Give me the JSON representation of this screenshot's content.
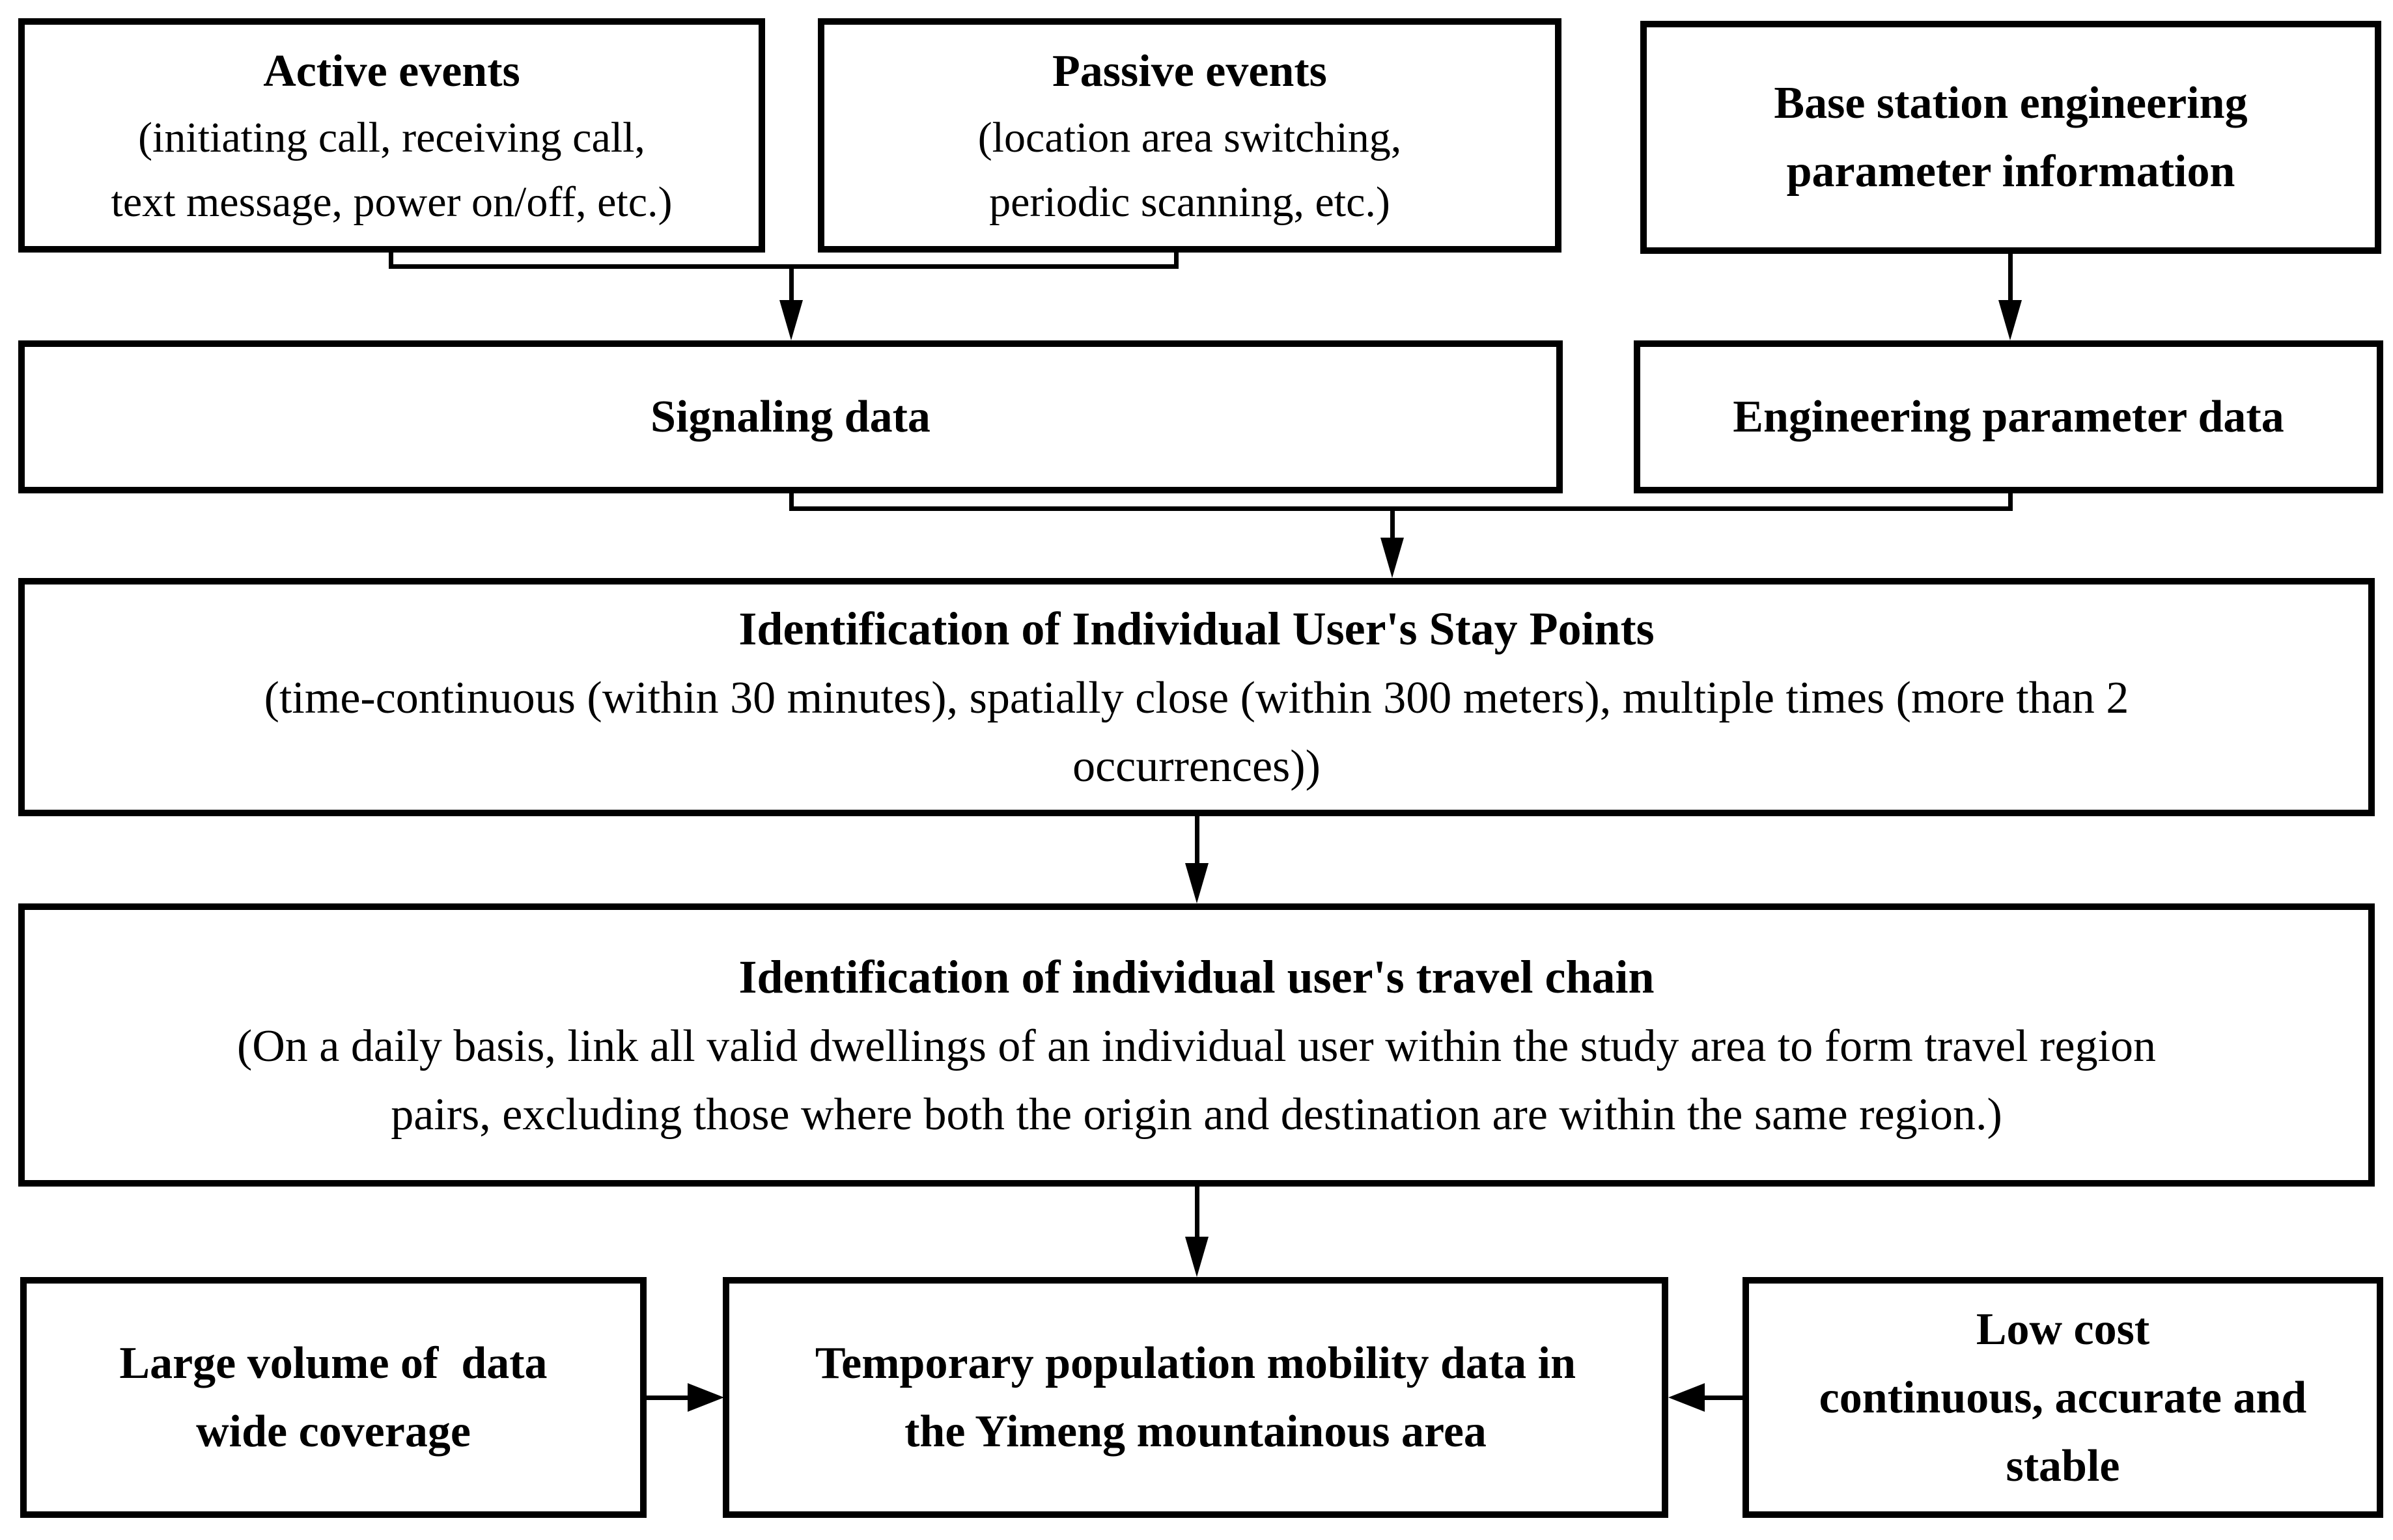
{
  "diagram": {
    "type": "flowchart",
    "colors": {
      "background": "#ffffff",
      "line": "#000000",
      "text": "#000000",
      "box_fill": "#ffffff"
    },
    "nodes": {
      "active_events": {
        "title": "Active events",
        "lines": [
          "(initiating call, receiving call,",
          "text message, power on/off, etc.)"
        ]
      },
      "passive_events": {
        "title": "Passive events",
        "lines": [
          "(location area switching,",
          "periodic scanning, etc.)"
        ]
      },
      "base_station_info": {
        "title_lines": [
          "Base station engineering",
          "parameter information"
        ]
      },
      "signaling_data": {
        "title": "Signaling data"
      },
      "engineering_parameter_data": {
        "title": "Engineering parameter data"
      },
      "stay_points": {
        "title": "Identification of Individual User's Stay Points",
        "lines": [
          "(time-continuous (within 30 minutes), spatially close (within 300 meters), multiple times (more than 2",
          "occurrences))"
        ]
      },
      "travel_chain": {
        "title": "Identification of individual user's travel chain",
        "lines": [
          "(On a daily basis, link all valid dwellings of an individual user within the study area to form travel region",
          "pairs, excluding those where both the origin and destination are within the same region.)"
        ]
      },
      "large_volume": {
        "title_lines": [
          "Large volume of  data",
          "wide coverage"
        ]
      },
      "mobility_data": {
        "title_lines": [
          "Temporary population mobility data in",
          "the Yimeng mountainous area"
        ]
      },
      "low_cost": {
        "title_lines": [
          "Low cost",
          "continuous, accurate and",
          "stable"
        ]
      }
    },
    "edges": [
      {
        "from": "active_events",
        "to": "signaling_data"
      },
      {
        "from": "passive_events",
        "to": "signaling_data"
      },
      {
        "from": "base_station_info",
        "to": "engineering_parameter_data"
      },
      {
        "from": "signaling_data",
        "to": "stay_points"
      },
      {
        "from": "engineering_parameter_data",
        "to": "stay_points"
      },
      {
        "from": "stay_points",
        "to": "travel_chain"
      },
      {
        "from": "travel_chain",
        "to": "mobility_data"
      },
      {
        "from": "large_volume",
        "to": "mobility_data"
      },
      {
        "from": "low_cost",
        "to": "mobility_data"
      }
    ]
  }
}
